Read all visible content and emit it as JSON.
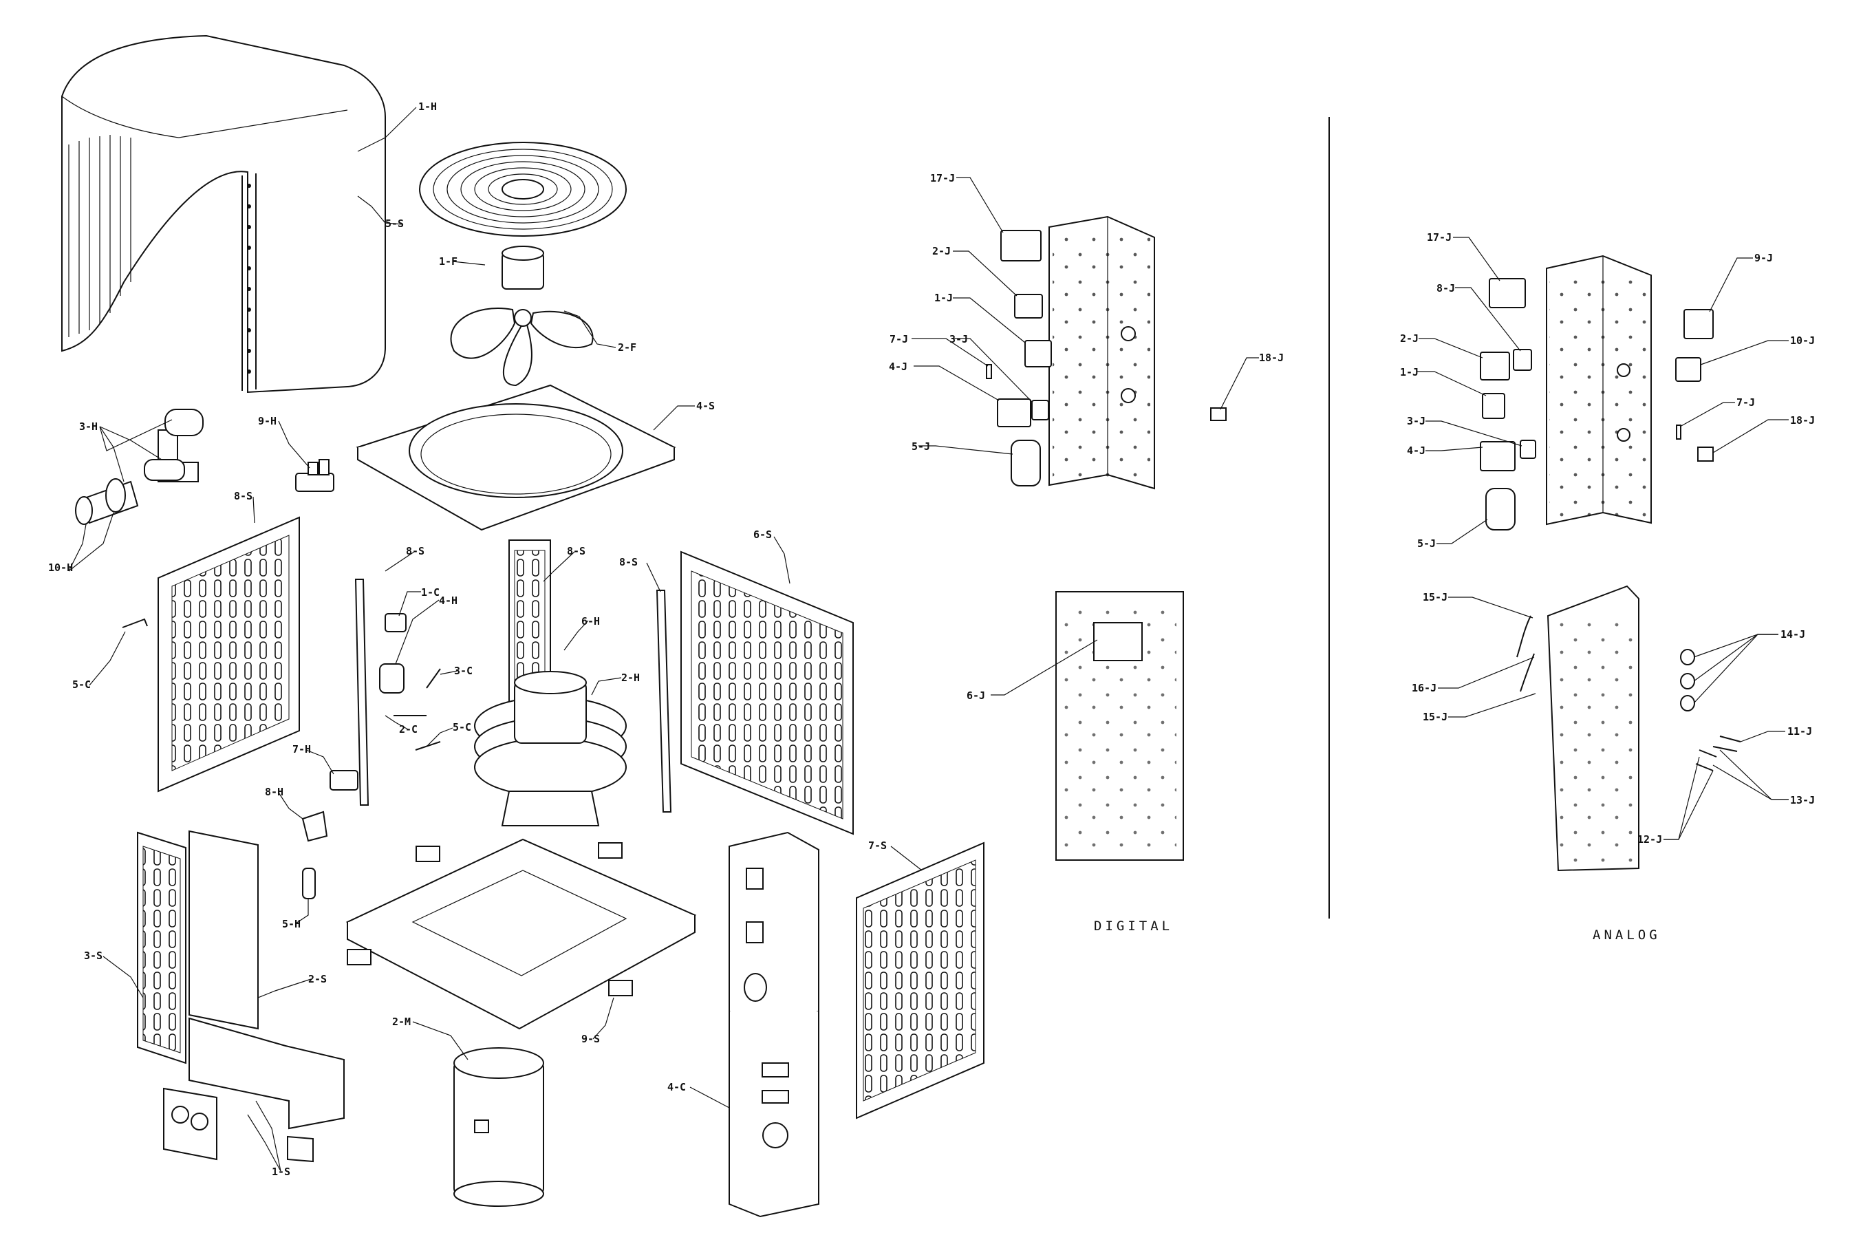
{
  "captions": {
    "digital": "DIGITAL",
    "analog": "ANALOG"
  },
  "labels": {
    "c_1h": "1-H",
    "c_5s": "5-S",
    "c_1f": "1-F",
    "c_2f": "2-F",
    "c_4s": "4-S",
    "c_3h": "3-H",
    "c_9h": "9-H",
    "c_10h": "10-H",
    "c_8s_left": "8-S",
    "c_8s_mid_a": "8-S",
    "c_8s_mid_b": "8-S",
    "c_8s_right": "8-S",
    "c_6s": "6-S",
    "c_1c": "1-C",
    "c_4h": "4-H",
    "c_6h": "6-H",
    "c_3c": "3-C",
    "c_2h": "2-H",
    "c_2c": "2-C",
    "c_5c_mid": "5-C",
    "c_5c_left": "5-C",
    "c_7h": "7-H",
    "c_8h": "8-H",
    "c_5h": "5-H",
    "c_3s": "3-S",
    "c_2s": "2-S",
    "c_2m": "2-M",
    "c_9s": "9-S",
    "c_4c": "4-C",
    "c_7s": "7-S",
    "c_1s": "1-S",
    "d_17j": "17-J",
    "d_2j": "2-J",
    "d_1j": "1-J",
    "d_7j": "7-J",
    "d_3j": "3-J",
    "d_4j": "4-J",
    "d_5j": "5-J",
    "d_18j": "18-J",
    "d_6j": "6-J",
    "a_17j": "17-J",
    "a_8j": "8-J",
    "a_2j": "2-J",
    "a_1j": "1-J",
    "a_3j": "3-J",
    "a_4j": "4-J",
    "a_5j": "5-J",
    "a_9j": "9-J",
    "a_10j": "10-J",
    "a_7j": "7-J",
    "a_18j": "18-J",
    "a_15j_top": "15-J",
    "a_16j": "16-J",
    "a_15j_bot": "15-J",
    "a_14j": "14-J",
    "a_11j": "11-J",
    "a_13j": "13-J",
    "a_12j": "12-J"
  }
}
